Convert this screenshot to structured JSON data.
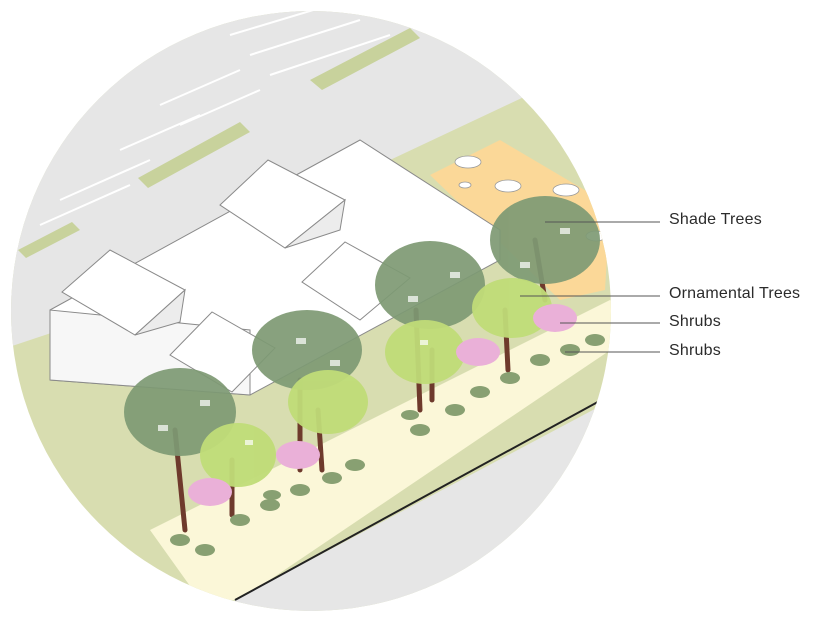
{
  "labels": {
    "shade_trees": "Shade Trees",
    "ornamental_trees": "Ornamental Trees",
    "shrubs_1": "Shrubs",
    "shrubs_2": "Shrubs"
  },
  "colors": {
    "lawn": "#d8ddb0",
    "parking_lot": "#e6e6e6",
    "parking_island": "#c8d29c",
    "plaza": "#fbd898",
    "sidewalk": "#fbf7d8",
    "building": "#ffffff",
    "building_outline": "#8a8a8a",
    "shade_tree": "#7e9a74",
    "ornamental_tree": "#c0dc78",
    "flowering_shrub": "#eab0d8",
    "shrub": "#88a072",
    "trunk": "#6e3a2c",
    "label_line": "#555555"
  }
}
